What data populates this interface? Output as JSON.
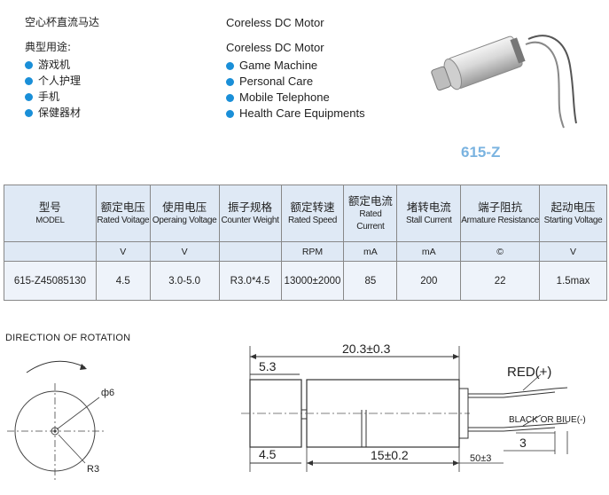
{
  "intro": {
    "cn_title": "空心杯直流马达",
    "cn_usage": "典型用途:",
    "cn_items": [
      "游戏机",
      "个人护理",
      "手机",
      "保健器材"
    ],
    "en_title": "Coreless DC Motor",
    "en_subtitle": "Coreless DC Motor",
    "en_items": [
      "Game Machine",
      "Personal Care",
      "Mobile Telephone",
      "Health Care Equipments"
    ]
  },
  "model_label": "615-Z",
  "table": {
    "headers": [
      {
        "cn": "型号",
        "en": "MODEL",
        "unit": ""
      },
      {
        "cn": "额定电压",
        "en": "Rated Voitage",
        "unit": "V"
      },
      {
        "cn": "使用电压",
        "en": "Operaing Voltage",
        "unit": "V"
      },
      {
        "cn": "振子规格",
        "en": "Counter Weight",
        "unit": ""
      },
      {
        "cn": "额定转速",
        "en": "Rated Speed",
        "unit": "RPM"
      },
      {
        "cn": "额定电流",
        "en": "Rated Current",
        "unit": "mA"
      },
      {
        "cn": "堵转电流",
        "en": "Stall Current",
        "unit": "mA"
      },
      {
        "cn": "端子阻抗",
        "en": "Armature Resistance",
        "unit": "©"
      },
      {
        "cn": "起动电压",
        "en": "Starting Voltage",
        "unit": "V"
      }
    ],
    "row": [
      "615-Z45085130",
      "4.5",
      "3.0-5.0",
      "R3.0*4.5",
      "13000±2000",
      "85",
      "200",
      "22",
      "1.5max"
    ]
  },
  "drawing": {
    "rotation_title": "DIRECTION OF ROTATION",
    "dim_phi": "ф6",
    "dim_r": "R3",
    "dim_total": "20.3±0.3",
    "dim_53": "5.3",
    "dim_45": "4.5",
    "dim_15": "15±0.2",
    "dim_50": "50±3",
    "dim_3": "3",
    "lead_red": "RED(+)",
    "lead_black": "BLACK OR  BIUE(-)"
  }
}
